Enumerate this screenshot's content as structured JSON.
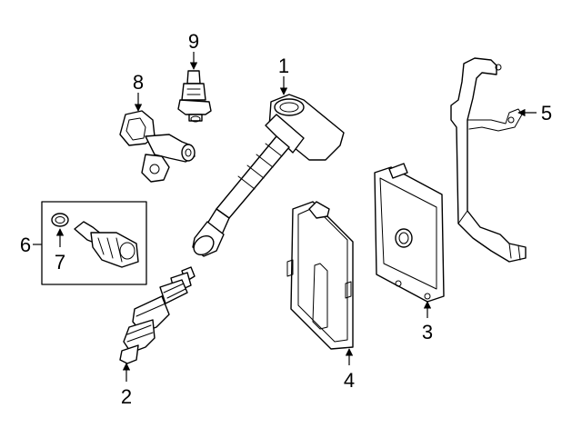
{
  "callouts": {
    "c1": "1",
    "c2": "2",
    "c3": "3",
    "c4": "4",
    "c5": "5",
    "c6": "6",
    "c7": "7",
    "c8": "8",
    "c9": "9"
  },
  "colors": {
    "line": "#000000",
    "fill": "#ffffff"
  }
}
